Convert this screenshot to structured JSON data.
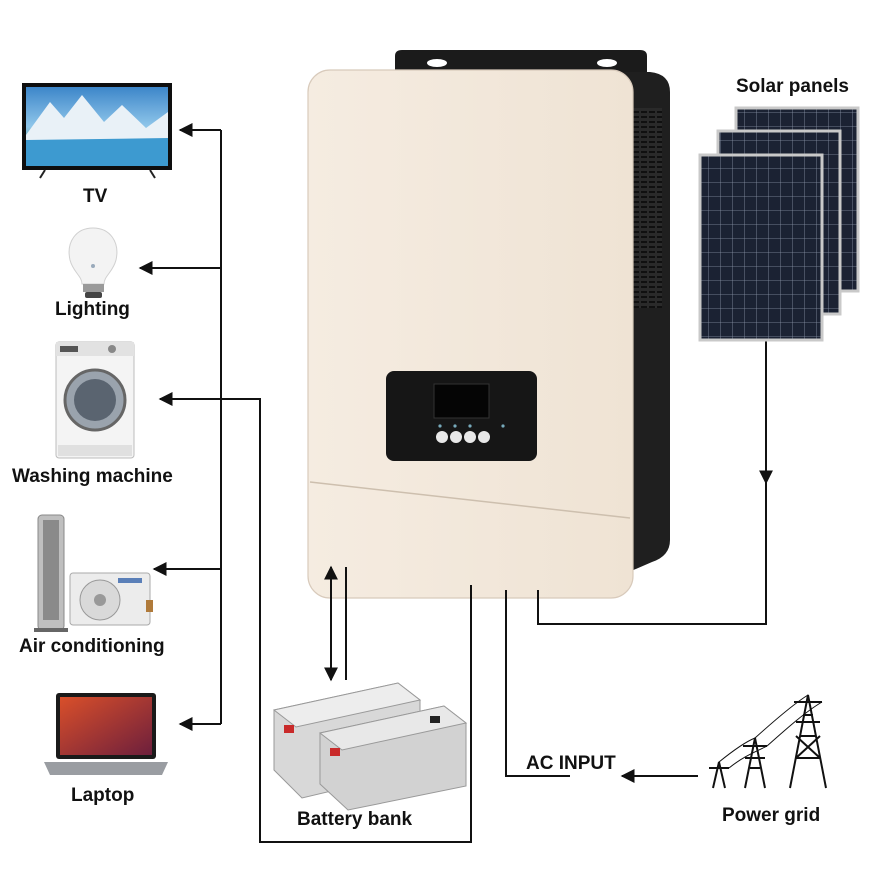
{
  "devices": {
    "tv": "TV",
    "lighting": "Lighting",
    "washing_machine": "Washing machine",
    "air_conditioning": "Air conditioning",
    "laptop": "Laptop"
  },
  "sources": {
    "solar_panels": "Solar panels",
    "battery_bank": "Battery bank",
    "power_grid": "Power grid",
    "ac_input": "AC INPUT"
  }
}
